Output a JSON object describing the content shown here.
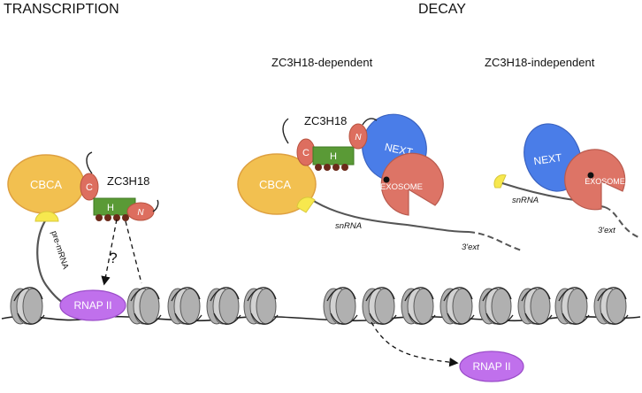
{
  "headers": {
    "transcription": "TRANSCRIPTION",
    "decay": "DECAY",
    "dependent": "ZC3H18-dependent",
    "independent": "ZC3H18-independent"
  },
  "labels": {
    "cbca": "CBCA",
    "zc3h18": "ZC3H18",
    "c": "C",
    "h": "H",
    "n": "N",
    "rnap": "RNAP II",
    "pre_mrna": "pre-mRNA",
    "question": "?",
    "next": "NEXT",
    "exosome": "EXOSOME",
    "snrna": "snRNA",
    "ext": "3'ext"
  },
  "colors": {
    "cbca": "#f2c050",
    "cap": "#f7e84e",
    "zc_red": "#dd6e5f",
    "zc_green": "#5a9a36",
    "next": "#4a7de8",
    "exosome": "#dd7466",
    "rnap": "#c070ec",
    "nucleosome": "#b8b8b8",
    "brown": "#6b2a1a"
  }
}
